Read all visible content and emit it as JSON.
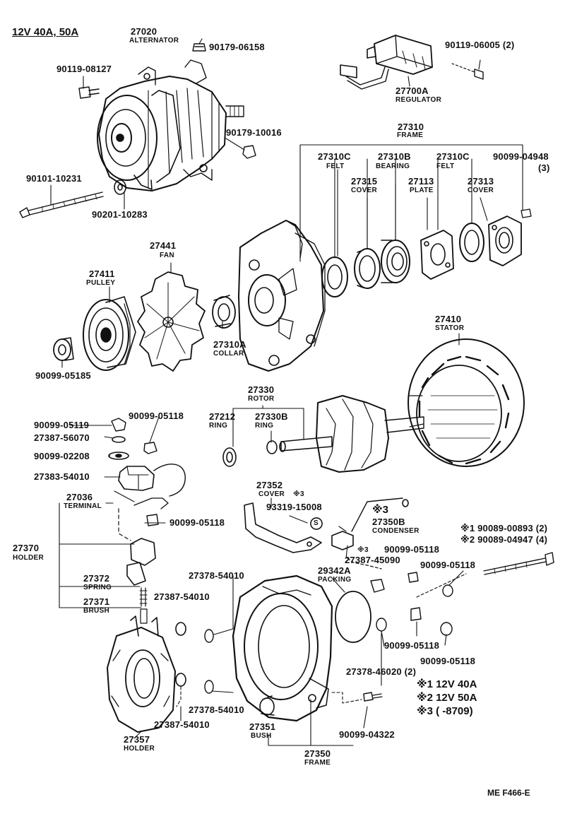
{
  "header": "12V 40A, 50A",
  "parts": {
    "p27020": "27020",
    "n27020": "ALTERNATOR",
    "p90179_06158": "90179-06158",
    "p90119_06005": "90119-06005 (2)",
    "p90119_08127": "90119-08127",
    "p27700A": "27700A",
    "n27700A": "REGULATOR",
    "p90179_10016": "90179-10016",
    "p27310": "27310",
    "n27310": "FRAME",
    "p27310C_1": "27310C",
    "n27310C_1": "FELT",
    "p27310B": "27310B",
    "n27310B": "BEARING",
    "p27310C_2": "27310C",
    "n27310C_2": "FELT",
    "p90099_04948": "90099-04948",
    "q90099_04948": "(3)",
    "p90101_10231": "90101-10231",
    "p27315": "27315",
    "n27315": "COVER",
    "p27113": "27113",
    "n27113": "PLATE",
    "p27313": "27313",
    "n27313": "COVER",
    "p90201_10283": "90201-10283",
    "p27441": "27441",
    "n27441": "FAN",
    "p27411": "27411",
    "n27411": "PULLEY",
    "p27310A": "27310A",
    "n27310A": "COLLAR",
    "p27410": "27410",
    "n27410": "STATOR",
    "p90099_05185": "90099-05185",
    "p27330": "27330",
    "n27330": "ROTOR",
    "p27212": "27212",
    "n27212": "RING",
    "p27330B": "27330B",
    "n27330B": "RING",
    "p90099_05119": "90099-05119",
    "p90099_05118a": "90099-05118",
    "p27387_56070": "27387-56070",
    "p90099_02208": "90099-02208",
    "p27383_54010": "27383-54010",
    "p27036": "27036",
    "n27036": "TERMINAL",
    "p90099_05118b": "90099-05118",
    "p27352": "27352",
    "n27352": "COVER",
    "m27352": "※3",
    "p93319_15008": "93319-15008",
    "m27350B": "※3",
    "p27350B": "27350B",
    "n27350B": "CONDENSER",
    "p90089_00893": "※1  90089-00893 (2)",
    "p90089_04947": "※2  90089-04947 (4)",
    "p27370": "27370",
    "n27370": "HOLDER",
    "p27387_45090": "27387-45090",
    "m27387_45090": "※3",
    "p90099_05118c": "90099-05118",
    "p90099_05118d": "90099-05118",
    "p27372": "27372",
    "n27372": "SPRING",
    "p27378_54010a": "27378-54010",
    "p29342A": "29342A",
    "n29342A": "PACKING",
    "p27371": "27371",
    "n27371": "BRUSH",
    "p27387_54010a": "27387-54010",
    "p90099_05118e": "90099-05118",
    "p90099_05118f": "90099-05118",
    "p27378_46020": "27378-46020 (2)",
    "p27378_54010b": "27378-54010",
    "p27387_54010b": "27387-54010",
    "p27351": "27351",
    "n27351": "BUSH",
    "p90099_04322": "90099-04322",
    "p27357": "27357",
    "n27357": "HOLDER",
    "p27350": "27350",
    "n27350": "FRAME",
    "s": "S"
  },
  "notes": {
    "n1": "※1 12V  40A",
    "n2": "※2 12V  50A",
    "n3": "※3 (      -8709)"
  },
  "footer": "ME  F466-E"
}
